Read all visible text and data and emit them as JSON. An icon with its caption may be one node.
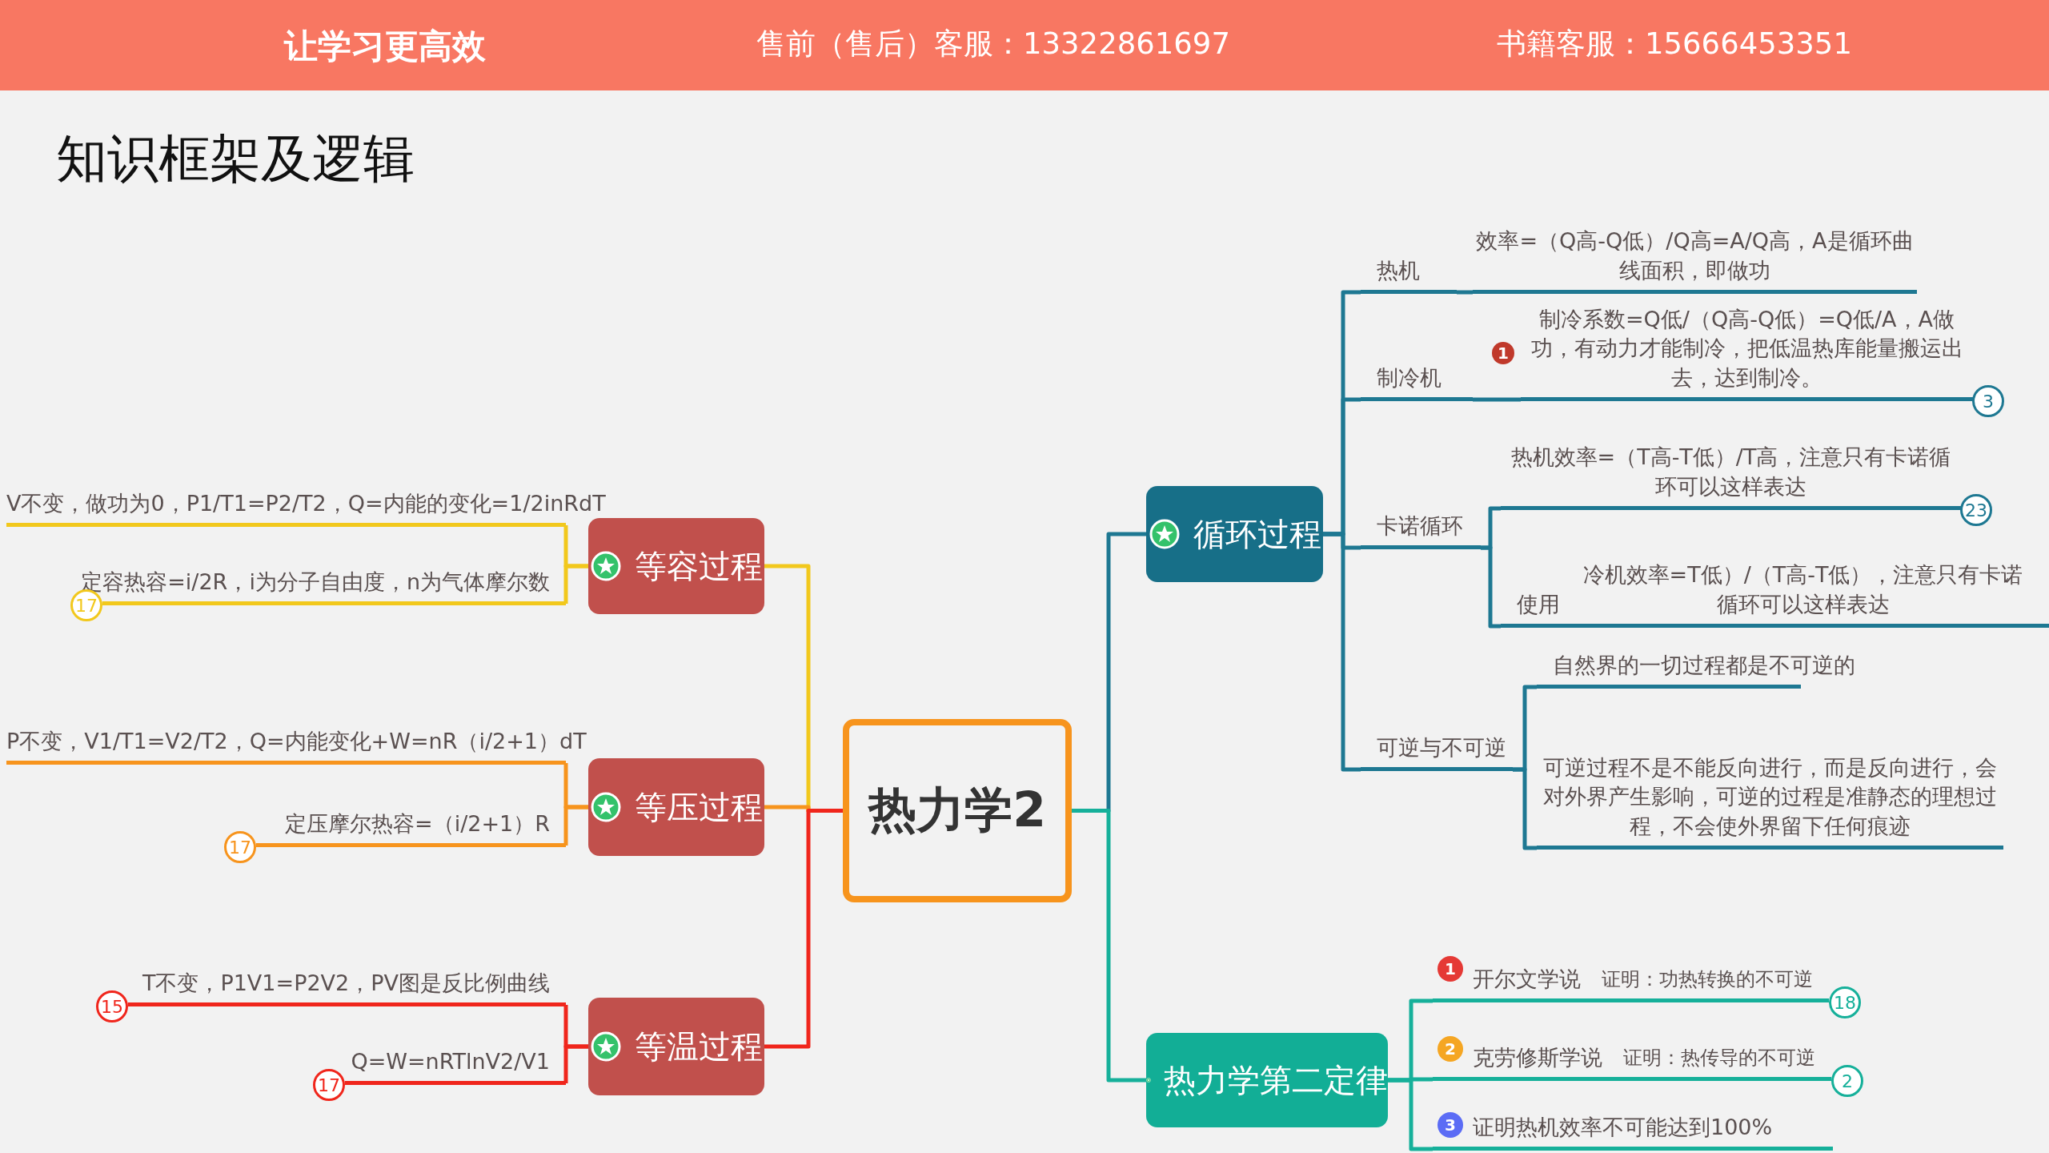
{
  "diagram": {
    "title": "知识框架及逻辑",
    "nodes": [
      {
        "text": [
          "热力学2"
        ]
      },
      {
        "text": [
          "等容过程"
        ]
      },
      {
        "text": [
          "V不变，做功为0，P1/T1=P2/T2，Q=内能的变化=1/2inRdT"
        ]
      },
      {
        "text": [
          "定容热容=i/2R，i为分子自由度，n为气体摩尔数"
        ]
      },
      {
        "text": [
          "等压过程"
        ]
      },
      {
        "text": [
          "P不变，V1/T1=V2/T2，Q=内能变化+W=nR（i/2+1）dT"
        ]
      },
      {
        "text": [
          "定压摩尔热容=（i/2+1）R"
        ]
      },
      {
        "text": [
          "等温过程"
        ]
      },
      {
        "text": [
          "T不变，P1V1=P2V2，PV图是反比例曲线"
        ]
      },
      {
        "text": [
          "Q=W=nRTlnV2/V1"
        ]
      },
      {
        "text": [
          "循环过程"
        ]
      },
      {
        "text": [
          "热机"
        ]
      },
      {
        "text": [
          "效率=（Q高-Q低）/Q高=A/Q高，A是循环曲线面积，即做功"
        ]
      },
      {
        "text": [
          "制冷机"
        ]
      },
      {
        "text": [
          "制冷系数=Q低/（Q高-Q低）=Q低/A，A做功，有动力才能制冷，把低温热库能量搬运出去，达到制冷。"
        ]
      },
      {
        "text": [
          "卡诺循环"
        ]
      },
      {
        "text": [
          "热机效率=（T高-T低）/T高，注意只有卡诺循环可以这样表达"
        ]
      },
      {
        "text": [
          "使用",
          "冷机效率=T低）/（T高-T低），注意只有卡诺循环可以这样表达"
        ]
      },
      {
        "text": [
          "可逆与不可逆"
        ]
      },
      {
        "text": [
          "自然界的一切过程都是不可逆的"
        ]
      },
      {
        "text": [
          "可逆过程不是不能反向进行，而是反向进行，会对外界产生影响，可逆的过程是准静态的理想过程，不会使外界留下任何痕迹"
        ]
      },
      {
        "text": [
          "热力学第二定律"
        ]
      },
      {
        "text": [
          "开尔文学说",
          "证明：功热转换的不可逆"
        ]
      },
      {
        "text": [
          "克劳修斯学说",
          "证明：热传导的不可逆"
        ]
      },
      {
        "text": [
          "证明热机效率不可能达到100%"
        ]
      }
    ],
    "edges": [
      {
        "from": 0,
        "to": 1,
        "arrow": "none",
        "color": "#f2c81c"
      },
      {
        "from": 1,
        "to": 2,
        "arrow": "none",
        "color": "#f2c81c"
      },
      {
        "from": 1,
        "to": 3,
        "arrow": "none",
        "color": "#f2c81c"
      },
      {
        "from": 0,
        "to": 4,
        "arrow": "none",
        "color": "#f7941d"
      },
      {
        "from": 4,
        "to": 5,
        "arrow": "none",
        "color": "#f7941d"
      },
      {
        "from": 4,
        "to": 6,
        "arrow": "none",
        "color": "#f7941d"
      },
      {
        "from": 0,
        "to": 7,
        "arrow": "none",
        "color": "#f0261c"
      },
      {
        "from": 7,
        "to": 8,
        "arrow": "none",
        "color": "#f0261c"
      },
      {
        "from": 7,
        "to": 9,
        "arrow": "none",
        "color": "#f0261c"
      },
      {
        "from": 0,
        "to": 10,
        "arrow": "none"
      },
      {
        "from": 10,
        "to": 11,
        "arrow": "none"
      },
      {
        "from": 11,
        "to": 12,
        "arrow": "none"
      },
      {
        "from": 10,
        "to": 13,
        "arrow": "none"
      },
      {
        "from": 13,
        "to": 14,
        "arrow": "none"
      },
      {
        "from": 10,
        "to": 15,
        "arrow": "none"
      },
      {
        "from": 15,
        "to": 16,
        "arrow": "none"
      },
      {
        "from": 15,
        "to": 17,
        "arrow": "none"
      },
      {
        "from": 10,
        "to": 18,
        "arrow": "none"
      },
      {
        "from": 18,
        "to": 19,
        "arrow": "none"
      },
      {
        "from": 18,
        "to": 20,
        "arrow": "none"
      },
      {
        "from": 0,
        "to": 21,
        "arrow": "none",
        "color": "#16b09a"
      },
      {
        "from": 21,
        "to": 22,
        "arrow": "none",
        "color": "#16b09a"
      },
      {
        "from": 21,
        "to": 23,
        "arrow": "none",
        "color": "#16b09a"
      },
      {
        "from": 21,
        "to": 24,
        "arrow": "none",
        "color": "#16b09a"
      }
    ],
    "labels": [
      "让学习更高效",
      "售前（售后）客服：13322861697",
      "书籍客服：15666453351",
      "1",
      "3",
      "23",
      "17",
      "17",
      "1",
      "15",
      "18",
      "2",
      "17",
      "2",
      "3"
    ]
  }
}
